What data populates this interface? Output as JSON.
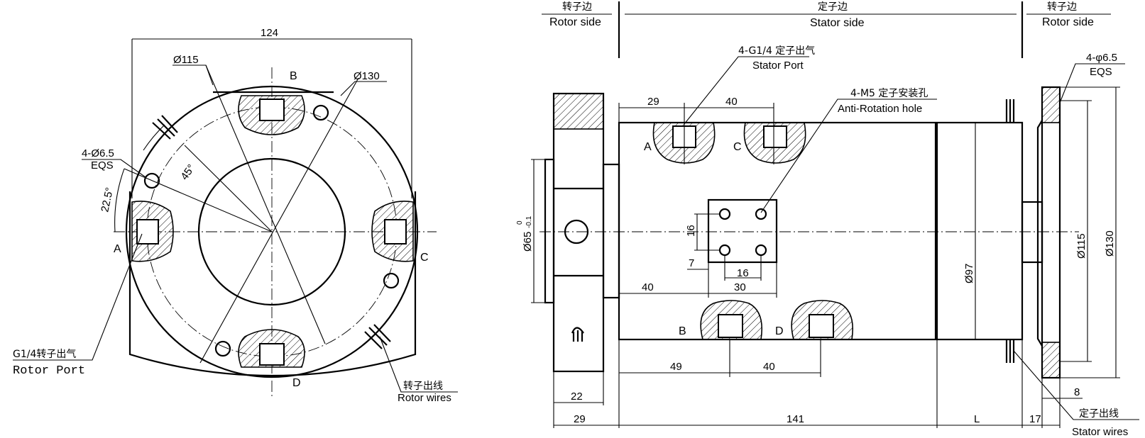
{
  "header": {
    "rotor_side_left_zh": "转子边",
    "rotor_side_left_en": "Rotor side",
    "stator_side_zh": "定子边",
    "stator_side_en": "Stator side",
    "rotor_side_right_zh": "转子边",
    "rotor_side_right_en": "Rotor side"
  },
  "front_view": {
    "dim_width": "124",
    "dim_d115": "Ø115",
    "dim_d130": "Ø130",
    "holes_label": "4-Ø6.5",
    "holes_eqs": "EQS",
    "angle_22": "22.5°",
    "angle_45": "45°",
    "port_a": "A",
    "port_b": "B",
    "port_c": "C",
    "port_d": "D",
    "rotor_port_zh": "G1/4转子出气",
    "rotor_port_en": "Rotor Port",
    "rotor_wires_zh": "转子出线",
    "rotor_wires_en": "Rotor wires"
  },
  "side_view": {
    "stator_port_zh": "4-G1/4 定子出气",
    "stator_port_en": "Stator Port",
    "anti_rot_zh": "4-M5 定子安装孔",
    "anti_rot_en": "Anti-Rotation hole",
    "holes_label": "4-φ6.5",
    "holes_eqs": "EQS",
    "dim_29_top": "29",
    "dim_40_top": "40",
    "port_a": "A",
    "port_b": "B",
    "port_c": "C",
    "port_d": "D",
    "dim_16_v": "16",
    "dim_7": "7",
    "dim_16_h": "16",
    "dim_40_mid": "40",
    "dim_30": "30",
    "dim_d65": "Ø65",
    "dim_d65_tol_upper": "0",
    "dim_d65_tol_lower": "-0.1",
    "dim_d97": "Ø97",
    "dim_d115": "Ø115",
    "dim_d130": "Ø130",
    "dim_49": "49",
    "dim_40_bot": "40",
    "dim_22": "22",
    "dim_29_bot": "29",
    "dim_141": "141",
    "dim_L": "L",
    "dim_17": "17",
    "dim_8": "8",
    "stator_wires_zh": "定子出线",
    "stator_wires_en": "Stator wires"
  }
}
